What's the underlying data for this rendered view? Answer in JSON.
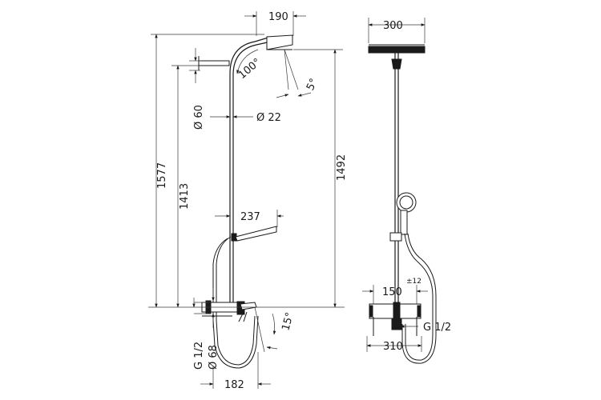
{
  "dimensions": {
    "head_length": "190",
    "head_angle": "100°",
    "tilt_angle": "5°",
    "rail_diameter": "Ø 60",
    "pipe_diameter": "Ø 22",
    "total_height": "1577",
    "arm_height": "1413",
    "head_height": "1492",
    "hand_shower_reach": "237",
    "spout_angle": "15°",
    "inlet_thread_left": "G 1/2",
    "inlet_diameter": "Ø 68",
    "spout_reach": "182",
    "head_width": "300",
    "inlet_spacing": "150",
    "inlet_tolerance": "±12",
    "inlet_thread_right": "G 1/2",
    "mixer_width": "310"
  }
}
